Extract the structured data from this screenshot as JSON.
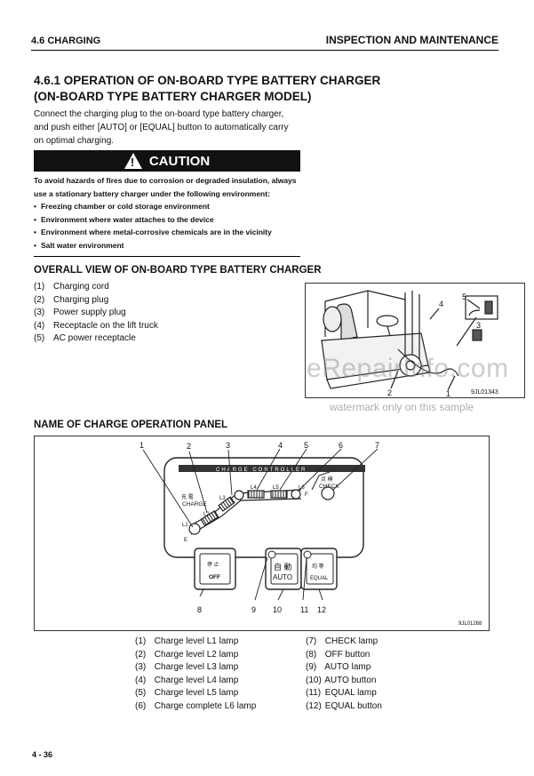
{
  "header": {
    "section": "4.6 CHARGING",
    "chapter": "INSPECTION AND MAINTENANCE"
  },
  "title": {
    "line1": "4.6.1 OPERATION OF ON-BOARD TYPE BATTERY CHARGER",
    "line2": "(ON-BOARD TYPE BATTERY CHARGER MODEL)"
  },
  "intro": {
    "line1": "Connect the charging plug to the on-board type battery charger,",
    "line2": "and push either [AUTO] or [EQUAL] button to automatically carry",
    "line3": "on optimal charging."
  },
  "caution": {
    "label": "CAUTION",
    "line1": "To avoid hazards of fires due to corrosion or degraded insulation, always",
    "line2": "use a stationary battery charger under the following environment:",
    "items": [
      "Freezing chamber or cold storage environment",
      "Environment where water attaches to the device",
      "Environment where metal-corrosive chemicals are in the vicinity",
      "Salt water environment"
    ]
  },
  "overall": {
    "heading": "OVERALL VIEW OF ON-BOARD TYPE BATTERY CHARGER",
    "items": [
      {
        "num": "(1)",
        "label": "Charging cord"
      },
      {
        "num": "(2)",
        "label": "Charging plug"
      },
      {
        "num": "(3)",
        "label": "Power supply plug"
      },
      {
        "num": "(4)",
        "label": "Receptacle on the lift truck"
      },
      {
        "num": "(5)",
        "label": "AC power receptacle"
      }
    ],
    "figure": {
      "code": "9JL01343",
      "callouts": [
        "1",
        "2",
        "3",
        "4",
        "5"
      ]
    }
  },
  "watermark": {
    "main": "eRepairInfo.com",
    "sub": "watermark only on this sample"
  },
  "panel": {
    "heading": "NAME OF CHARGE OPERATION PANEL",
    "figure_code": "9JL01268",
    "panel_title": "CHARGE CONTROLLER",
    "labels": {
      "charge_kanji": "充 電",
      "charge": "CHARGE",
      "l1": "L1",
      "l2": "L2",
      "l3": "L3",
      "l4": "L4",
      "l5": "L5",
      "l6": "L6",
      "e": "E",
      "f": "F",
      "check_kanji": "点 検",
      "check": "CHECK",
      "off_kanji": "停 止",
      "off": "OFF",
      "auto_kanji": "自 動",
      "auto": "AUTO",
      "equal_kanji": "均 等",
      "equal": "EQUAL"
    },
    "callouts_top": [
      "1",
      "2",
      "3",
      "4",
      "5",
      "6",
      "7"
    ],
    "callouts_bottom": [
      "8",
      "9",
      "10",
      "11",
      "12"
    ],
    "legend_left": [
      {
        "num": "(1)",
        "label": "Charge level L1 lamp"
      },
      {
        "num": "(2)",
        "label": "Charge level L2 lamp"
      },
      {
        "num": "(3)",
        "label": "Charge level L3 lamp"
      },
      {
        "num": "(4)",
        "label": "Charge level L4 lamp"
      },
      {
        "num": "(5)",
        "label": "Charge level L5 lamp"
      },
      {
        "num": "(6)",
        "label": "Charge complete L6 lamp"
      }
    ],
    "legend_right": [
      {
        "num": "(7)",
        "label": "CHECK lamp"
      },
      {
        "num": "(8)",
        "label": "OFF button"
      },
      {
        "num": "(9)",
        "label": "AUTO lamp"
      },
      {
        "num": "(10)",
        "label": "AUTO button"
      },
      {
        "num": "(11)",
        "label": "EQUAL lamp"
      },
      {
        "num": "(12)",
        "label": "EQUAL button"
      }
    ]
  },
  "footer": {
    "page": "4 - 36"
  }
}
